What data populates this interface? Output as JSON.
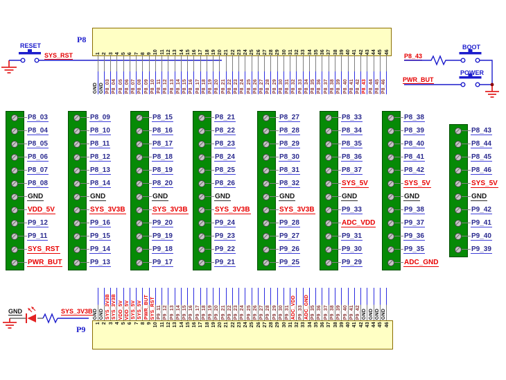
{
  "colors": {
    "wire_blue": "#1c1ccc",
    "ground_red": "#e32222",
    "net_red": "#e60000",
    "net_maroon": "#8b3a3a",
    "net_navy": "#2a2a8f",
    "gnd_black": "#161616",
    "block_green": "#068a06",
    "header_yellow": "#ffffc4",
    "header_border": "#8a6d00",
    "screw_gray": "#c6c6c6"
  },
  "reset_circuit": {
    "button": "RESET",
    "net": "SYS_RST"
  },
  "boot_circuit": {
    "button": "BOOT",
    "net": "P8_43"
  },
  "power_circuit": {
    "button": "POWER",
    "net": "PWR_BUT"
  },
  "led_circuit": {
    "gnd": "GND",
    "net": "SYS_3V3B"
  },
  "p8_header": {
    "designator": "P8",
    "pins": [
      {
        "n": 1,
        "label": "GND",
        "type": "gnd"
      },
      {
        "n": 2,
        "label": "GND",
        "type": "gnd"
      },
      {
        "n": 3,
        "label": "P8_03",
        "type": "pin"
      },
      {
        "n": 4,
        "label": "P8_04",
        "type": "pin"
      },
      {
        "n": 5,
        "label": "P8_05",
        "type": "pin"
      },
      {
        "n": 6,
        "label": "P8_06",
        "type": "pin"
      },
      {
        "n": 7,
        "label": "P8_07",
        "type": "pin"
      },
      {
        "n": 8,
        "label": "P8_08",
        "type": "pin"
      },
      {
        "n": 9,
        "label": "P8_09",
        "type": "pin"
      },
      {
        "n": 10,
        "label": "P8_10",
        "type": "pin"
      },
      {
        "n": 11,
        "label": "P8_11",
        "type": "pin"
      },
      {
        "n": 12,
        "label": "P8_12",
        "type": "pin"
      },
      {
        "n": 13,
        "label": "P8_13",
        "type": "pin"
      },
      {
        "n": 14,
        "label": "P8_14",
        "type": "pin"
      },
      {
        "n": 15,
        "label": "P8_15",
        "type": "pin"
      },
      {
        "n": 16,
        "label": "P8_16",
        "type": "pin"
      },
      {
        "n": 17,
        "label": "P8_17",
        "type": "pin"
      },
      {
        "n": 18,
        "label": "P8_18",
        "type": "pin"
      },
      {
        "n": 19,
        "label": "P8_19",
        "type": "pin"
      },
      {
        "n": 20,
        "label": "P8_20",
        "type": "pin"
      },
      {
        "n": 21,
        "label": "P8_21",
        "type": "pin"
      },
      {
        "n": 22,
        "label": "P8_22",
        "type": "pin"
      },
      {
        "n": 23,
        "label": "P8_23",
        "type": "pin"
      },
      {
        "n": 24,
        "label": "P8_24",
        "type": "pin"
      },
      {
        "n": 25,
        "label": "P8_25",
        "type": "pin"
      },
      {
        "n": 26,
        "label": "P8_26",
        "type": "pin"
      },
      {
        "n": 27,
        "label": "P8_27",
        "type": "pin"
      },
      {
        "n": 28,
        "label": "P8_28",
        "type": "pin"
      },
      {
        "n": 29,
        "label": "P8_29",
        "type": "pin"
      },
      {
        "n": 30,
        "label": "P8_30",
        "type": "pin"
      },
      {
        "n": 31,
        "label": "P8_31",
        "type": "pin"
      },
      {
        "n": 32,
        "label": "P8_32",
        "type": "pin"
      },
      {
        "n": 33,
        "label": "P8_33",
        "type": "pin"
      },
      {
        "n": 34,
        "label": "P8_34",
        "type": "pin"
      },
      {
        "n": 35,
        "label": "P8_35",
        "type": "pin"
      },
      {
        "n": 36,
        "label": "P8_36",
        "type": "pin"
      },
      {
        "n": 37,
        "label": "P8_37",
        "type": "pin"
      },
      {
        "n": 38,
        "label": "P8_38",
        "type": "pin"
      },
      {
        "n": 39,
        "label": "P8_39",
        "type": "pin"
      },
      {
        "n": 40,
        "label": "P8_40",
        "type": "pin"
      },
      {
        "n": 41,
        "label": "P8_41",
        "type": "pin"
      },
      {
        "n": 42,
        "label": "P8_42",
        "type": "pin"
      },
      {
        "n": 43,
        "label": "P8_43",
        "type": "power"
      },
      {
        "n": 44,
        "label": "P8_44",
        "type": "pin"
      },
      {
        "n": 45,
        "label": "P8_45",
        "type": "pin"
      },
      {
        "n": 46,
        "label": "P8_46",
        "type": "pin"
      }
    ]
  },
  "p9_header": {
    "designator": "P9",
    "pins": [
      {
        "n": 1,
        "label": "GND",
        "type": "gnd"
      },
      {
        "n": 2,
        "label": "GND",
        "type": "gnd"
      },
      {
        "n": 3,
        "label": "SYS_3V3B",
        "type": "power"
      },
      {
        "n": 4,
        "label": "SYS_3V3B",
        "type": "power"
      },
      {
        "n": 5,
        "label": "VDD_5V",
        "type": "power"
      },
      {
        "n": 6,
        "label": "VDD_5V",
        "type": "power"
      },
      {
        "n": 7,
        "label": "SYS_5V",
        "type": "power"
      },
      {
        "n": 8,
        "label": "SYS_5V",
        "type": "power"
      },
      {
        "n": 9,
        "label": "PWR_BUT",
        "type": "power"
      },
      {
        "n": 10,
        "label": "SYS_RST",
        "type": "power"
      },
      {
        "n": 11,
        "label": "P9_11",
        "type": "pin"
      },
      {
        "n": 12,
        "label": "P9_12",
        "type": "pin"
      },
      {
        "n": 13,
        "label": "P9_13",
        "type": "pin"
      },
      {
        "n": 14,
        "label": "P9_14",
        "type": "pin"
      },
      {
        "n": 15,
        "label": "P9_15",
        "type": "pin"
      },
      {
        "n": 16,
        "label": "P9_16",
        "type": "pin"
      },
      {
        "n": 17,
        "label": "P9_17",
        "type": "pin"
      },
      {
        "n": 18,
        "label": "P9_18",
        "type": "pin"
      },
      {
        "n": 19,
        "label": "P9_19",
        "type": "pin"
      },
      {
        "n": 20,
        "label": "P9_20",
        "type": "pin"
      },
      {
        "n": 21,
        "label": "P9_21",
        "type": "pin"
      },
      {
        "n": 22,
        "label": "P9_22",
        "type": "pin"
      },
      {
        "n": 23,
        "label": "P9_23",
        "type": "pin"
      },
      {
        "n": 24,
        "label": "P9_24",
        "type": "pin"
      },
      {
        "n": 25,
        "label": "P9_25",
        "type": "pin"
      },
      {
        "n": 26,
        "label": "P9_26",
        "type": "pin"
      },
      {
        "n": 27,
        "label": "P9_27",
        "type": "pin"
      },
      {
        "n": 28,
        "label": "P9_28",
        "type": "pin"
      },
      {
        "n": 29,
        "label": "P9_29",
        "type": "pin"
      },
      {
        "n": 30,
        "label": "P9_30",
        "type": "pin"
      },
      {
        "n": 31,
        "label": "P9_31",
        "type": "pin"
      },
      {
        "n": 32,
        "label": "ADC_VDD",
        "type": "power"
      },
      {
        "n": 33,
        "label": "P9_33",
        "type": "pin"
      },
      {
        "n": 34,
        "label": "ADC_GND",
        "type": "power"
      },
      {
        "n": 35,
        "label": "P9_35",
        "type": "pin"
      },
      {
        "n": 36,
        "label": "P9_36",
        "type": "pin"
      },
      {
        "n": 37,
        "label": "P9_37",
        "type": "pin"
      },
      {
        "n": 38,
        "label": "P9_38",
        "type": "pin"
      },
      {
        "n": 39,
        "label": "P9_39",
        "type": "pin"
      },
      {
        "n": 40,
        "label": "P9_40",
        "type": "pin"
      },
      {
        "n": 41,
        "label": "P9_41",
        "type": "pin"
      },
      {
        "n": 42,
        "label": "P9_42",
        "type": "pin"
      },
      {
        "n": 43,
        "label": "GND",
        "type": "gnd"
      },
      {
        "n": 44,
        "label": "GND",
        "type": "gnd"
      },
      {
        "n": 45,
        "label": "GND",
        "type": "gnd"
      },
      {
        "n": 46,
        "label": "GND",
        "type": "gnd"
      }
    ]
  },
  "terminal_blocks": [
    {
      "pins": [
        {
          "label": "P8_03",
          "type": "pin"
        },
        {
          "label": "P8_04",
          "type": "pin"
        },
        {
          "label": "P8_05",
          "type": "pin"
        },
        {
          "label": "P8_06",
          "type": "pin"
        },
        {
          "label": "P8_07",
          "type": "pin"
        },
        {
          "label": "P8_08",
          "type": "pin"
        },
        {
          "label": "GND",
          "type": "gnd"
        },
        {
          "label": "VDD_5V",
          "type": "power"
        },
        {
          "label": "P9_12",
          "type": "pin"
        },
        {
          "label": "P9_11",
          "type": "pin"
        },
        {
          "label": "SYS_RST",
          "type": "power"
        },
        {
          "label": "PWR_BUT",
          "type": "power"
        }
      ]
    },
    {
      "pins": [
        {
          "label": "P8_09",
          "type": "pin"
        },
        {
          "label": "P8_10",
          "type": "pin"
        },
        {
          "label": "P8_11",
          "type": "pin"
        },
        {
          "label": "P8_12",
          "type": "pin"
        },
        {
          "label": "P8_13",
          "type": "pin"
        },
        {
          "label": "P8_14",
          "type": "pin"
        },
        {
          "label": "GND",
          "type": "gnd"
        },
        {
          "label": "SYS_3V3B",
          "type": "power"
        },
        {
          "label": "P9_16",
          "type": "pin"
        },
        {
          "label": "P9_15",
          "type": "pin"
        },
        {
          "label": "P9_14",
          "type": "pin"
        },
        {
          "label": "P9_13",
          "type": "pin"
        }
      ]
    },
    {
      "pins": [
        {
          "label": "P8_15",
          "type": "pin"
        },
        {
          "label": "P8_16",
          "type": "pin"
        },
        {
          "label": "P8_17",
          "type": "pin"
        },
        {
          "label": "P8_18",
          "type": "pin"
        },
        {
          "label": "P8_19",
          "type": "pin"
        },
        {
          "label": "P8_20",
          "type": "pin"
        },
        {
          "label": "GND",
          "type": "gnd"
        },
        {
          "label": "SYS_3V3B",
          "type": "power"
        },
        {
          "label": "P9_20",
          "type": "pin"
        },
        {
          "label": "P9_19",
          "type": "pin"
        },
        {
          "label": "P9_18",
          "type": "pin"
        },
        {
          "label": "P9_17",
          "type": "pin"
        }
      ]
    },
    {
      "pins": [
        {
          "label": "P8_21",
          "type": "pin"
        },
        {
          "label": "P8_22",
          "type": "pin"
        },
        {
          "label": "P8_23",
          "type": "pin"
        },
        {
          "label": "P8_24",
          "type": "pin"
        },
        {
          "label": "P8_25",
          "type": "pin"
        },
        {
          "label": "P8_26",
          "type": "pin"
        },
        {
          "label": "GND",
          "type": "gnd"
        },
        {
          "label": "SYS_3V3B",
          "type": "power"
        },
        {
          "label": "P9_24",
          "type": "pin"
        },
        {
          "label": "P9_23",
          "type": "pin"
        },
        {
          "label": "P9_22",
          "type": "pin"
        },
        {
          "label": "P9_21",
          "type": "pin"
        }
      ]
    },
    {
      "pins": [
        {
          "label": "P8_27",
          "type": "pin"
        },
        {
          "label": "P8_28",
          "type": "pin"
        },
        {
          "label": "P8_29",
          "type": "pin"
        },
        {
          "label": "P8_30",
          "type": "pin"
        },
        {
          "label": "P8_31",
          "type": "pin"
        },
        {
          "label": "P8_32",
          "type": "pin"
        },
        {
          "label": "GND",
          "type": "gnd"
        },
        {
          "label": "SYS_3V3B",
          "type": "power"
        },
        {
          "label": "P9_28",
          "type": "pin"
        },
        {
          "label": "P9_27",
          "type": "pin"
        },
        {
          "label": "P9_26",
          "type": "pin"
        },
        {
          "label": "P9_25",
          "type": "pin"
        }
      ]
    },
    {
      "pins": [
        {
          "label": "P8_33",
          "type": "pin"
        },
        {
          "label": "P8_34",
          "type": "pin"
        },
        {
          "label": "P8_35",
          "type": "pin"
        },
        {
          "label": "P8_36",
          "type": "pin"
        },
        {
          "label": "P8_37",
          "type": "pin"
        },
        {
          "label": "SYS_5V",
          "type": "power"
        },
        {
          "label": "GND",
          "type": "gnd"
        },
        {
          "label": "P9_33",
          "type": "pin"
        },
        {
          "label": "ADC_VDD",
          "type": "power"
        },
        {
          "label": "P9_31",
          "type": "pin"
        },
        {
          "label": "P9_30",
          "type": "pin"
        },
        {
          "label": "P9_29",
          "type": "pin"
        }
      ]
    },
    {
      "pins": [
        {
          "label": "P8_38",
          "type": "pin"
        },
        {
          "label": "P8_39",
          "type": "pin"
        },
        {
          "label": "P8_40",
          "type": "pin"
        },
        {
          "label": "P8_41",
          "type": "pin"
        },
        {
          "label": "P8_42",
          "type": "pin"
        },
        {
          "label": "SYS_5V",
          "type": "power"
        },
        {
          "label": "GND",
          "type": "gnd"
        },
        {
          "label": "P9_38",
          "type": "pin"
        },
        {
          "label": "P9_37",
          "type": "pin"
        },
        {
          "label": "P9_36",
          "type": "pin"
        },
        {
          "label": "P9_35",
          "type": "pin"
        },
        {
          "label": "ADC_GND",
          "type": "power"
        }
      ]
    },
    {
      "pins": [
        {
          "label": "P8_43",
          "type": "pin"
        },
        {
          "label": "P8_44",
          "type": "pin"
        },
        {
          "label": "P8_45",
          "type": "pin"
        },
        {
          "label": "P8_46",
          "type": "pin"
        },
        {
          "label": "SYS_5V",
          "type": "power"
        },
        {
          "label": "GND",
          "type": "gnd"
        },
        {
          "label": "P9_42",
          "type": "pin"
        },
        {
          "label": "P9_41",
          "type": "pin"
        },
        {
          "label": "P9_40",
          "type": "pin"
        },
        {
          "label": "P9_39",
          "type": "pin"
        }
      ]
    }
  ]
}
